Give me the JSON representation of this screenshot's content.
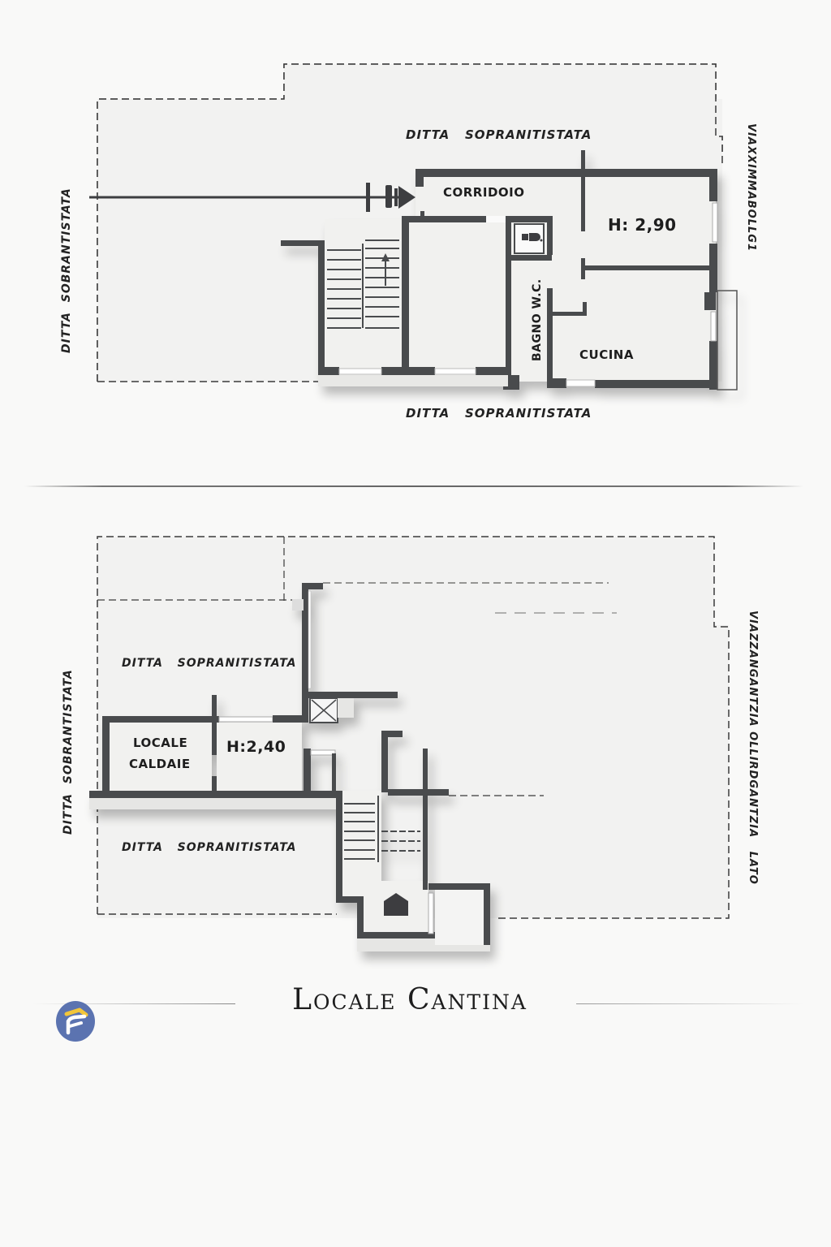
{
  "upper_plan": {
    "labels": {
      "top": "DITTA   SOPRANITISTATA",
      "bottom": "DITTA   SOPRANITISTATA",
      "left": "DITTA  SOBRANTISTATA",
      "right": "VIAXXIMMABOLLG1"
    },
    "rooms": {
      "corridor": "CORRIDOIO",
      "height": "H: 2,90",
      "bathroom": "BAGNO W.C.",
      "kitchen": "CUCINA"
    }
  },
  "lower_plan": {
    "labels": {
      "upper_left": "DITTA   SOPRANITISTATA",
      "lower_left": "DITTA   SOPRANITISTATA",
      "left": "DITTA  SOBRANTISTATA",
      "right": "VIAZZANGANTZIA OLLIRDGANTZIA   LATO"
    },
    "rooms": {
      "boiler_room_line1": "LOCALE",
      "boiler_room_line2": "CALDAIE",
      "height": "H:2,40"
    }
  },
  "footer": {
    "title": "Locale Cantina",
    "logo": "f-logo-icon"
  },
  "colors": {
    "wall": "#4a4b4e",
    "background": "#f9f9f8",
    "floor": "#f1f1ef",
    "dashed_boundary": "#3a3a3a",
    "logo_blue": "#5b73b0",
    "logo_yellow": "#f2c63a"
  }
}
